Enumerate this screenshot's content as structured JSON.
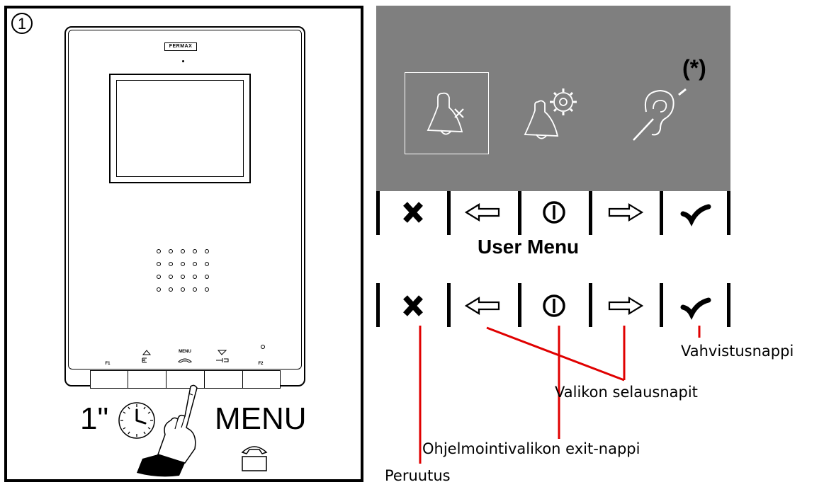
{
  "step": {
    "number": "1"
  },
  "device": {
    "brand": "FERMAX",
    "buttons": [
      {
        "label": "F1",
        "symbol": ""
      },
      {
        "label": "",
        "symbol": "up-arrow"
      },
      {
        "label": "MENU",
        "symbol": "handset"
      },
      {
        "label": "",
        "symbol": "down-arrow"
      },
      {
        "label": "F2",
        "symbol": ""
      }
    ]
  },
  "instruction": {
    "duration": "1\"",
    "menu_label": "MENU"
  },
  "ui_screen": {
    "background": "#7f7f7f",
    "marker": "(*)",
    "icons": [
      "bell-mute-icon",
      "bell-settings-icon",
      "hearing-aid-icon"
    ]
  },
  "softkeys": [
    "close-icon",
    "left-arrow-icon",
    "power-icon",
    "right-arrow-icon",
    "check-icon"
  ],
  "user_menu_title": "User Menu",
  "annotations": {
    "color": "#e00000",
    "confirm": "Vahvistusnappi",
    "scroll": "Valikon selausnapit",
    "exit": "Ohjelmointivalikon exit-nappi",
    "cancel": "Peruutus"
  }
}
